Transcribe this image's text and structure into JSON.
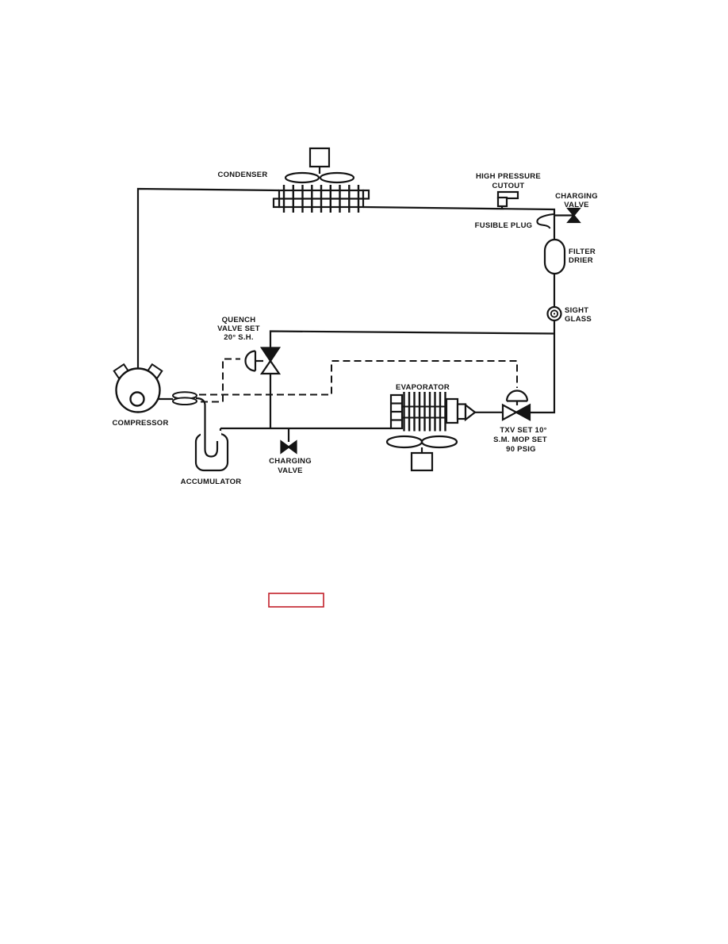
{
  "page": {
    "background": "#ffffff"
  },
  "colors": {
    "diagram_ink": "#141414",
    "link_box": "#c2202a"
  },
  "labels": {
    "condenser": "CONDENSER",
    "high_pressure_cutout": [
      "HIGH PRESSURE",
      "CUTOUT"
    ],
    "charging_valve_top": [
      "CHARGING",
      "VALVE"
    ],
    "fusible_plug": "FUSIBLE PLUG",
    "filter_drier": [
      "FILTER",
      "DRIER"
    ],
    "sight_glass": [
      "SIGHT",
      "GLASS"
    ],
    "quench_valve": [
      "QUENCH",
      "VALVE SET",
      "20° S.H."
    ],
    "compressor": "COMPRESSOR",
    "accumulator": "ACCUMULATOR",
    "charging_valve_bottom": [
      "CHARGING",
      "VALVE"
    ],
    "evaporator": "EVAPORATOR",
    "txv": [
      "TXV SET 10°",
      "S.M. MOP SET",
      "90 PSIG"
    ]
  }
}
